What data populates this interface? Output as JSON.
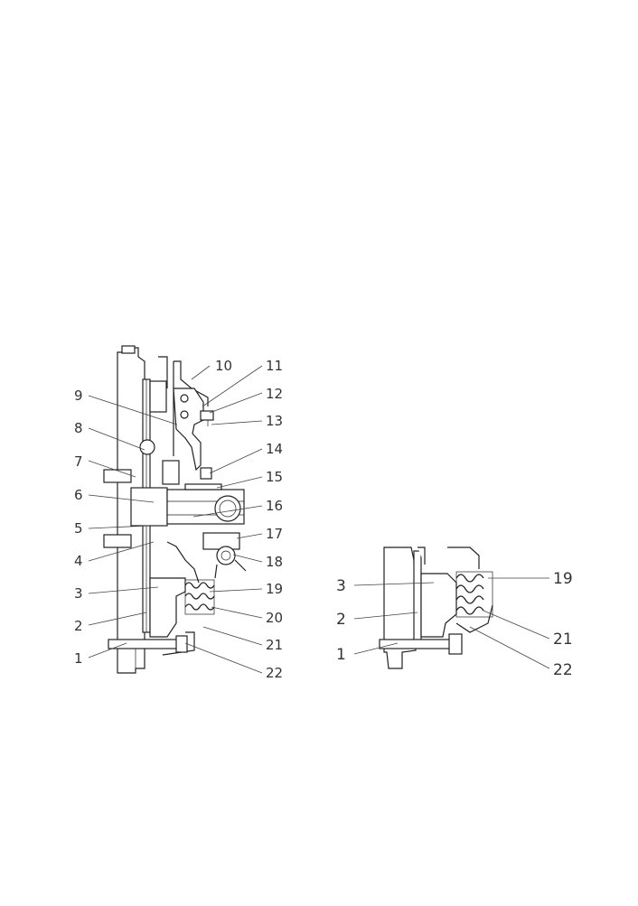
{
  "figure": {
    "main_view": {
      "labels_left": [
        "9",
        "8",
        "7",
        "6",
        "5",
        "4",
        "3",
        "2",
        "1"
      ],
      "labels_right": [
        "10",
        "11",
        "12",
        "13",
        "14",
        "15",
        "16",
        "17",
        "18",
        "19",
        "20",
        "21",
        "22"
      ]
    },
    "detail_view": {
      "labels_left": [
        "3",
        "2",
        "1"
      ],
      "labels_right": [
        "19",
        "21",
        "22"
      ]
    }
  },
  "colors": {
    "line": "#222222",
    "hatch": "#555555",
    "label": "#333333"
  }
}
